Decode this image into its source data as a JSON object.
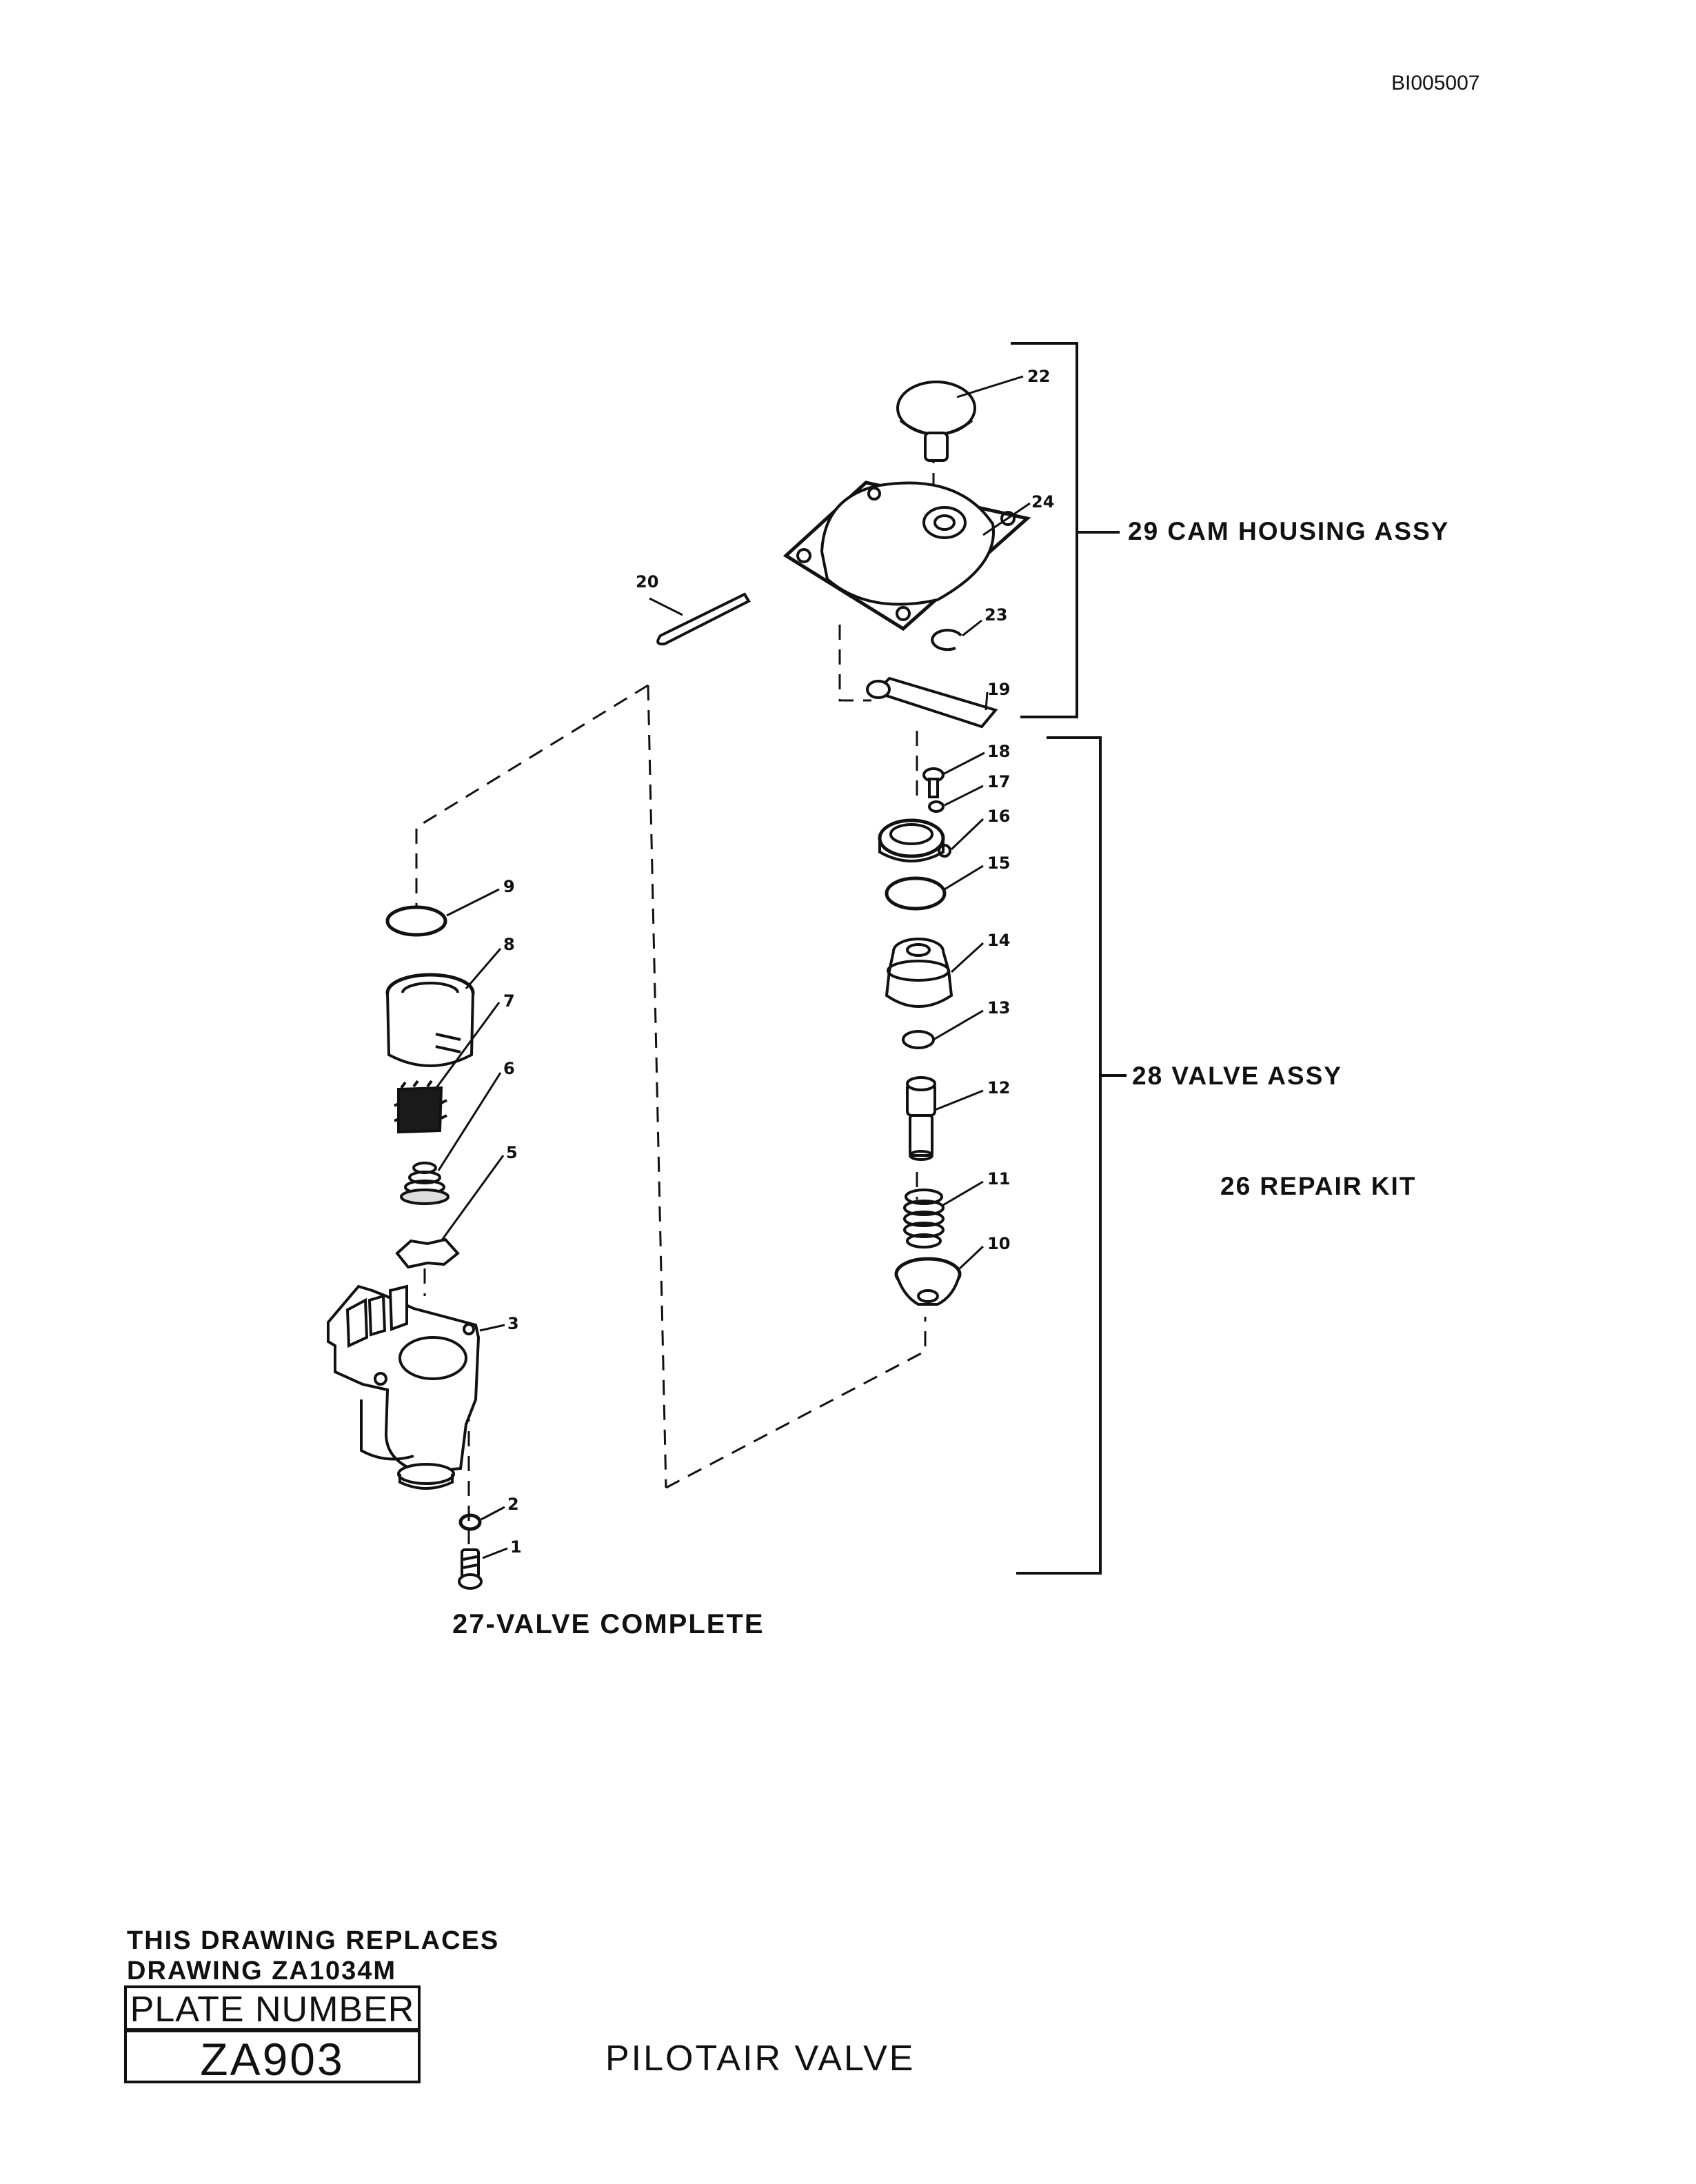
{
  "document_id": "BI005007",
  "callouts": {
    "c1": "1",
    "c2": "2",
    "c3": "3",
    "c5": "5",
    "c6": "6",
    "c7": "7",
    "c8": "8",
    "c9": "9",
    "c10": "10",
    "c11": "11",
    "c12": "12",
    "c13": "13",
    "c14": "14",
    "c15": "15",
    "c16": "16",
    "c17": "17",
    "c18": "18",
    "c19": "19",
    "c20": "20",
    "c22": "22",
    "c23": "23",
    "c24": "24"
  },
  "assemblies": {
    "cam_housing": "29  CAM HOUSING ASSY",
    "valve_assy": "28  VALVE ASSY",
    "repair_kit": "26 REPAIR KIT",
    "valve_complete": "27-VALVE  COMPLETE"
  },
  "notes": {
    "replaces_line1": "THIS DRAWING REPLACES",
    "replaces_line2": "DRAWING ZA1034M"
  },
  "plate": {
    "header": "PLATE NUMBER",
    "number": "ZA903"
  },
  "title": "PILOTAIR VALVE"
}
